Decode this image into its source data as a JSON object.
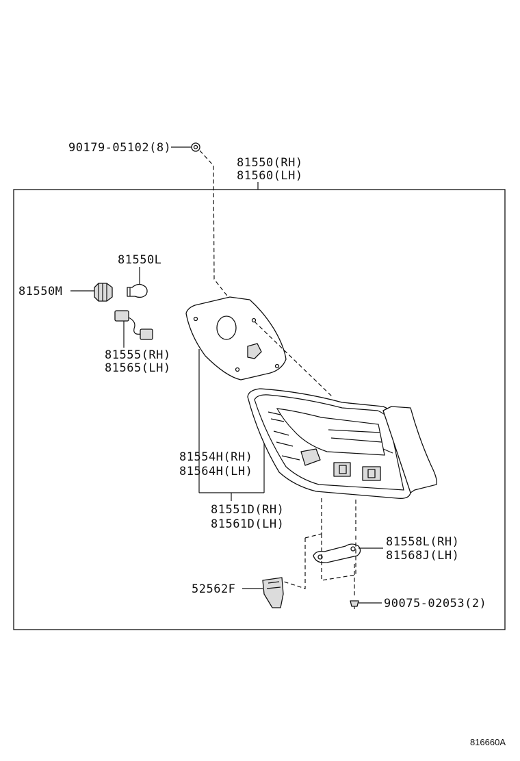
{
  "labels": {
    "assembly_rh": "81550(RH)",
    "assembly_lh": "81560(LH)",
    "nut_top": "90179-05102(8)",
    "bulb": "81550L",
    "socket": "81550M",
    "wire_rh": "81555(RH)",
    "wire_lh": "81565(LH)",
    "gasket_rh": "81554H(RH)",
    "gasket_lh": "81564H(LH)",
    "lens_rh": "81551D(RH)",
    "lens_lh": "81561D(LH)",
    "bracket_rh": "81558L(RH)",
    "bracket_lh": "81568J(LH)",
    "clip": "52562F",
    "screw": "90075-02053(2)"
  },
  "figure_ref": "816660A"
}
